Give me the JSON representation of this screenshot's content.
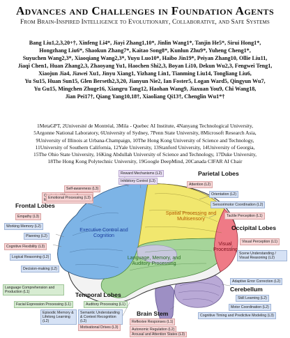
{
  "header": {
    "title": "Advances and Challenges in Foundation Agents",
    "subtitle": "From Brain-Inspired Intelligence to Evolutionary, Collaborative, and Safe Systems"
  },
  "authors": [
    "Bang Liu1,2,3,20+†, Xinfeng Li4*, Jiayi Zhang1,10*, Jinlin Wang1*, Tanjin He5*, Sirui Hong1*,",
    "Hongzhang Liu6*, Shaokun Zhang7*, Kaitao Song8*, Kunlun Zhu9*, Yuheng Cheng1*,",
    "Suyuchen Wang2,3*, Xiaoqiang Wang2,3*, Yuyu Luo10*, Haibo Jin19*, Peiyan Zhang10, Ollie Liu11,",
    "Jiaqi Chen1, Huan Zhang2,3, Zhaoyang Yu1, Haochen Shi2,3, Boyan Li10, Dekun Wu2,3, Fengwei Teng1,",
    "Xiaojun Jia4, Jiawei Xu1, Jinyu Xiang1, Yizhang Lin1, Tianming Liu14, Tongliang Liu6,",
    "Yu Su15, Huan Sun15, Glen Berseth2,3,20, Jianyun Nie2, Ian Foster5, Logan Ward5, Qingyun Wu7,",
    "Yu Gu15, Mingchen Zhuge16, Xiangru Tang12, Haohan Wang9, Jiaxuan You9, Chi Wang18,",
    "Jian Pei17†, Qiang Yang10,18†, Xiaoliang Qi13†, Chenglin Wu1*†"
  ],
  "affiliations": [
    "1MetaGPT, 2Université de Montréal, 3Mila - Quebec AI Institute, 4Nanyang Technological University,",
    "5Argonne National Laboratory, 6University of Sydney, 7Penn State University, 8Microsoft Research Asia,",
    "9University of Illinois at Urbana-Champaign, 10The Hong Kong University of Science and Technology,",
    "11University of Southern California, 12Yale University, 13Stanford University, 14University of Georgia,",
    "15The Ohio State University, 16King Abdullah University of Science and Technology, 17Duke University,",
    "18The Hong Kong Polytechnic University, 19Google DeepMind, 20Canada CIFAR AI Chair"
  ],
  "figure": {
    "lobes": {
      "frontal": "Frontal Lobes",
      "parietal": "Parietal Lobes",
      "occipital": "Occipital Lobes",
      "temporal": "Temporal Lobes",
      "cerebellum": "Cerebellum",
      "brainstem": "Brain Stem"
    },
    "regions": {
      "executive": "Executive Control and Cognition",
      "spatial": "Spatial Processing and Multisensory",
      "language": "Language, Memory, and Auditory Processing",
      "visual": "Visual Processing"
    },
    "tags": {
      "contextual_memory": "Contextual Memory & Emotional Coloring (L3)",
      "reward": "Reward Mechanisms (L2)",
      "inhibitory": "Inhibitory Control (L3)",
      "self_awareness": "Self-awareness (L3)",
      "emotional": "Emotional Processing (L3)",
      "empathy": "Empathy (L3)",
      "working_memory": "Working Memory (L2)",
      "planning": "Planning (L2)",
      "cognitive_flex": "Cognitive Flexibility (L3)",
      "logical": "Logical Reasoning (L2)",
      "decision": "Decision-making (L2)",
      "language_comp": "Language Comprehension and Production (L1)",
      "attention": "Attention (L2)",
      "orientation": "Orientation (L2)",
      "sensorimotor": "Sensorimotor Coordination (L2)",
      "tactile": "Tactile Perception (L1)",
      "visual_perception": "Visual Perception (L1)",
      "scene": "Scene Understanding / Visual Reasoning (L2)",
      "adaptive": "Adaptive Error Correction (L2)",
      "skill": "Skill Learning (L2)",
      "motor": "Motor Coordination (L2)",
      "cog_timing": "Cognitive Timing and Predictive Modeling (L3)",
      "facial": "Facial Expression Processing (L1)",
      "auditory": "Auditory Processing (L1)",
      "episodic": "Episodic Memory & Lifelong Learning (L2)",
      "semantic": "Semantic Understanding & Context Recognition (L2)",
      "motivational": "Motivational Drives (L3)",
      "reflexive": "Reflexive Responses (L1)",
      "autonomic": "Autonomic Regulation (L2)",
      "arousal": "Arousal and Attention States (L3)"
    },
    "colors": {
      "frontal": "#7db4e6",
      "parietal": "#f1e76e",
      "temporal": "#a6d59a",
      "occipital": "#ef7a86",
      "cerebellum": "#b9a9d6",
      "brainstem": "#9d8fc4",
      "limbic": "#cfc6ea"
    }
  }
}
